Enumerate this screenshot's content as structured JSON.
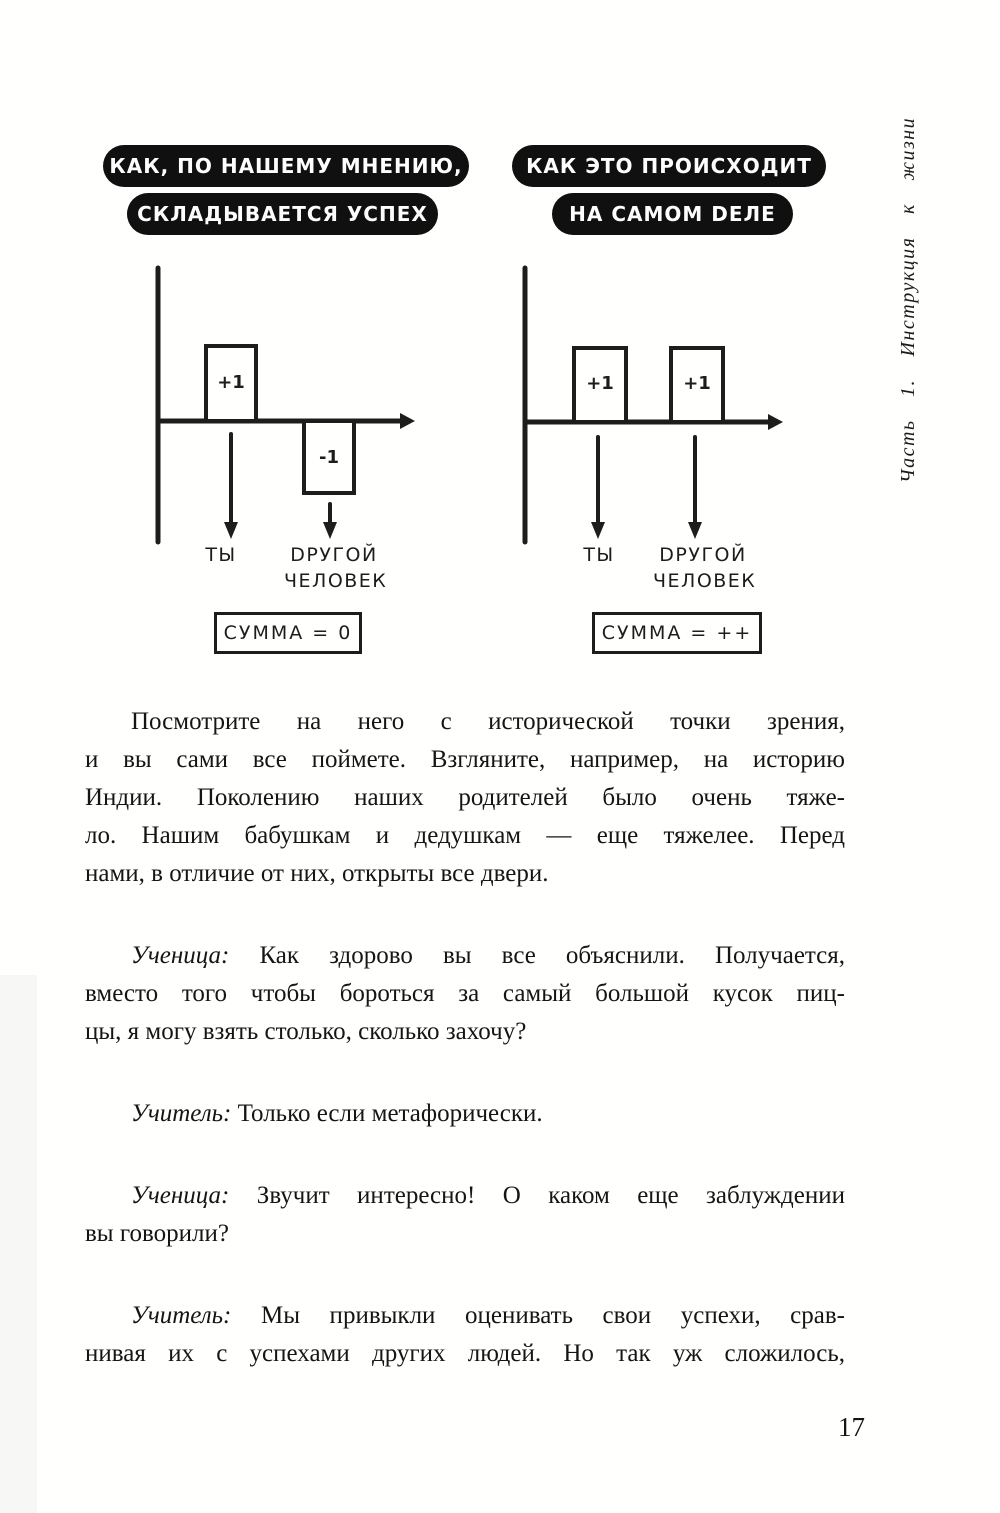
{
  "page": {
    "number": "17",
    "sidebar_caption": "Часть 1. Инструкция к жизни"
  },
  "figure": {
    "left": {
      "badge_line1": "КАК, ПО НАШЕМУ МНЕНИЮ,",
      "badge_line2": "СКЛАДЫВАЕТСЯ УСПЕХ",
      "bar1_value": "+1",
      "bar2_value": "-1",
      "axis_label1": "ТЫ",
      "axis_label2_line1": "DРУГОЙ",
      "axis_label2_line2": "ЧЕЛОВЕК",
      "sum_label": "СУММА = 0"
    },
    "right": {
      "badge_line1": "КАК ЭТО ПРОИСХОДИТ",
      "badge_line2": "НА САМОМ DЕЛЕ",
      "bar1_value": "+1",
      "bar2_value": "+1",
      "axis_label1": "ТЫ",
      "axis_label2_line1": "DРУГОЙ",
      "axis_label2_line2": "ЧЕЛОВЕК",
      "sum_label": "СУММА = ++"
    }
  },
  "body": {
    "p1": {
      "l1": "Посмотрите на него с исторической точки зрения,",
      "l2": "и вы сами все поймете. Взгляните, например, на историю",
      "l3": "Индии. Поколению наших родителей было очень тяже-",
      "l4": "ло. Нашим бабушкам и дедушкам — еще тяжелее. Перед",
      "l5": "нами, в отличие от них, открыты все двери."
    },
    "p2": {
      "speaker": "Ученица:",
      "l1": " Как здорово вы все объяснили. Получается,",
      "l2": "вместо того чтобы бороться за самый большой кусок пиц-",
      "l3": "цы, я могу взять столько, сколько захочу?"
    },
    "p3": {
      "speaker": "Учитель:",
      "l1": " Только если метафорически."
    },
    "p4": {
      "speaker": "Ученица:",
      "l1": " Звучит интересно! О каком еще заблуждении",
      "l2": "вы говорили?"
    },
    "p5": {
      "speaker": "Учитель:",
      "l1": " Мы привыкли оценивать свои успехи, срав-",
      "l2": "нивая их с успехами других людей. Но так уж сложилось,"
    }
  }
}
